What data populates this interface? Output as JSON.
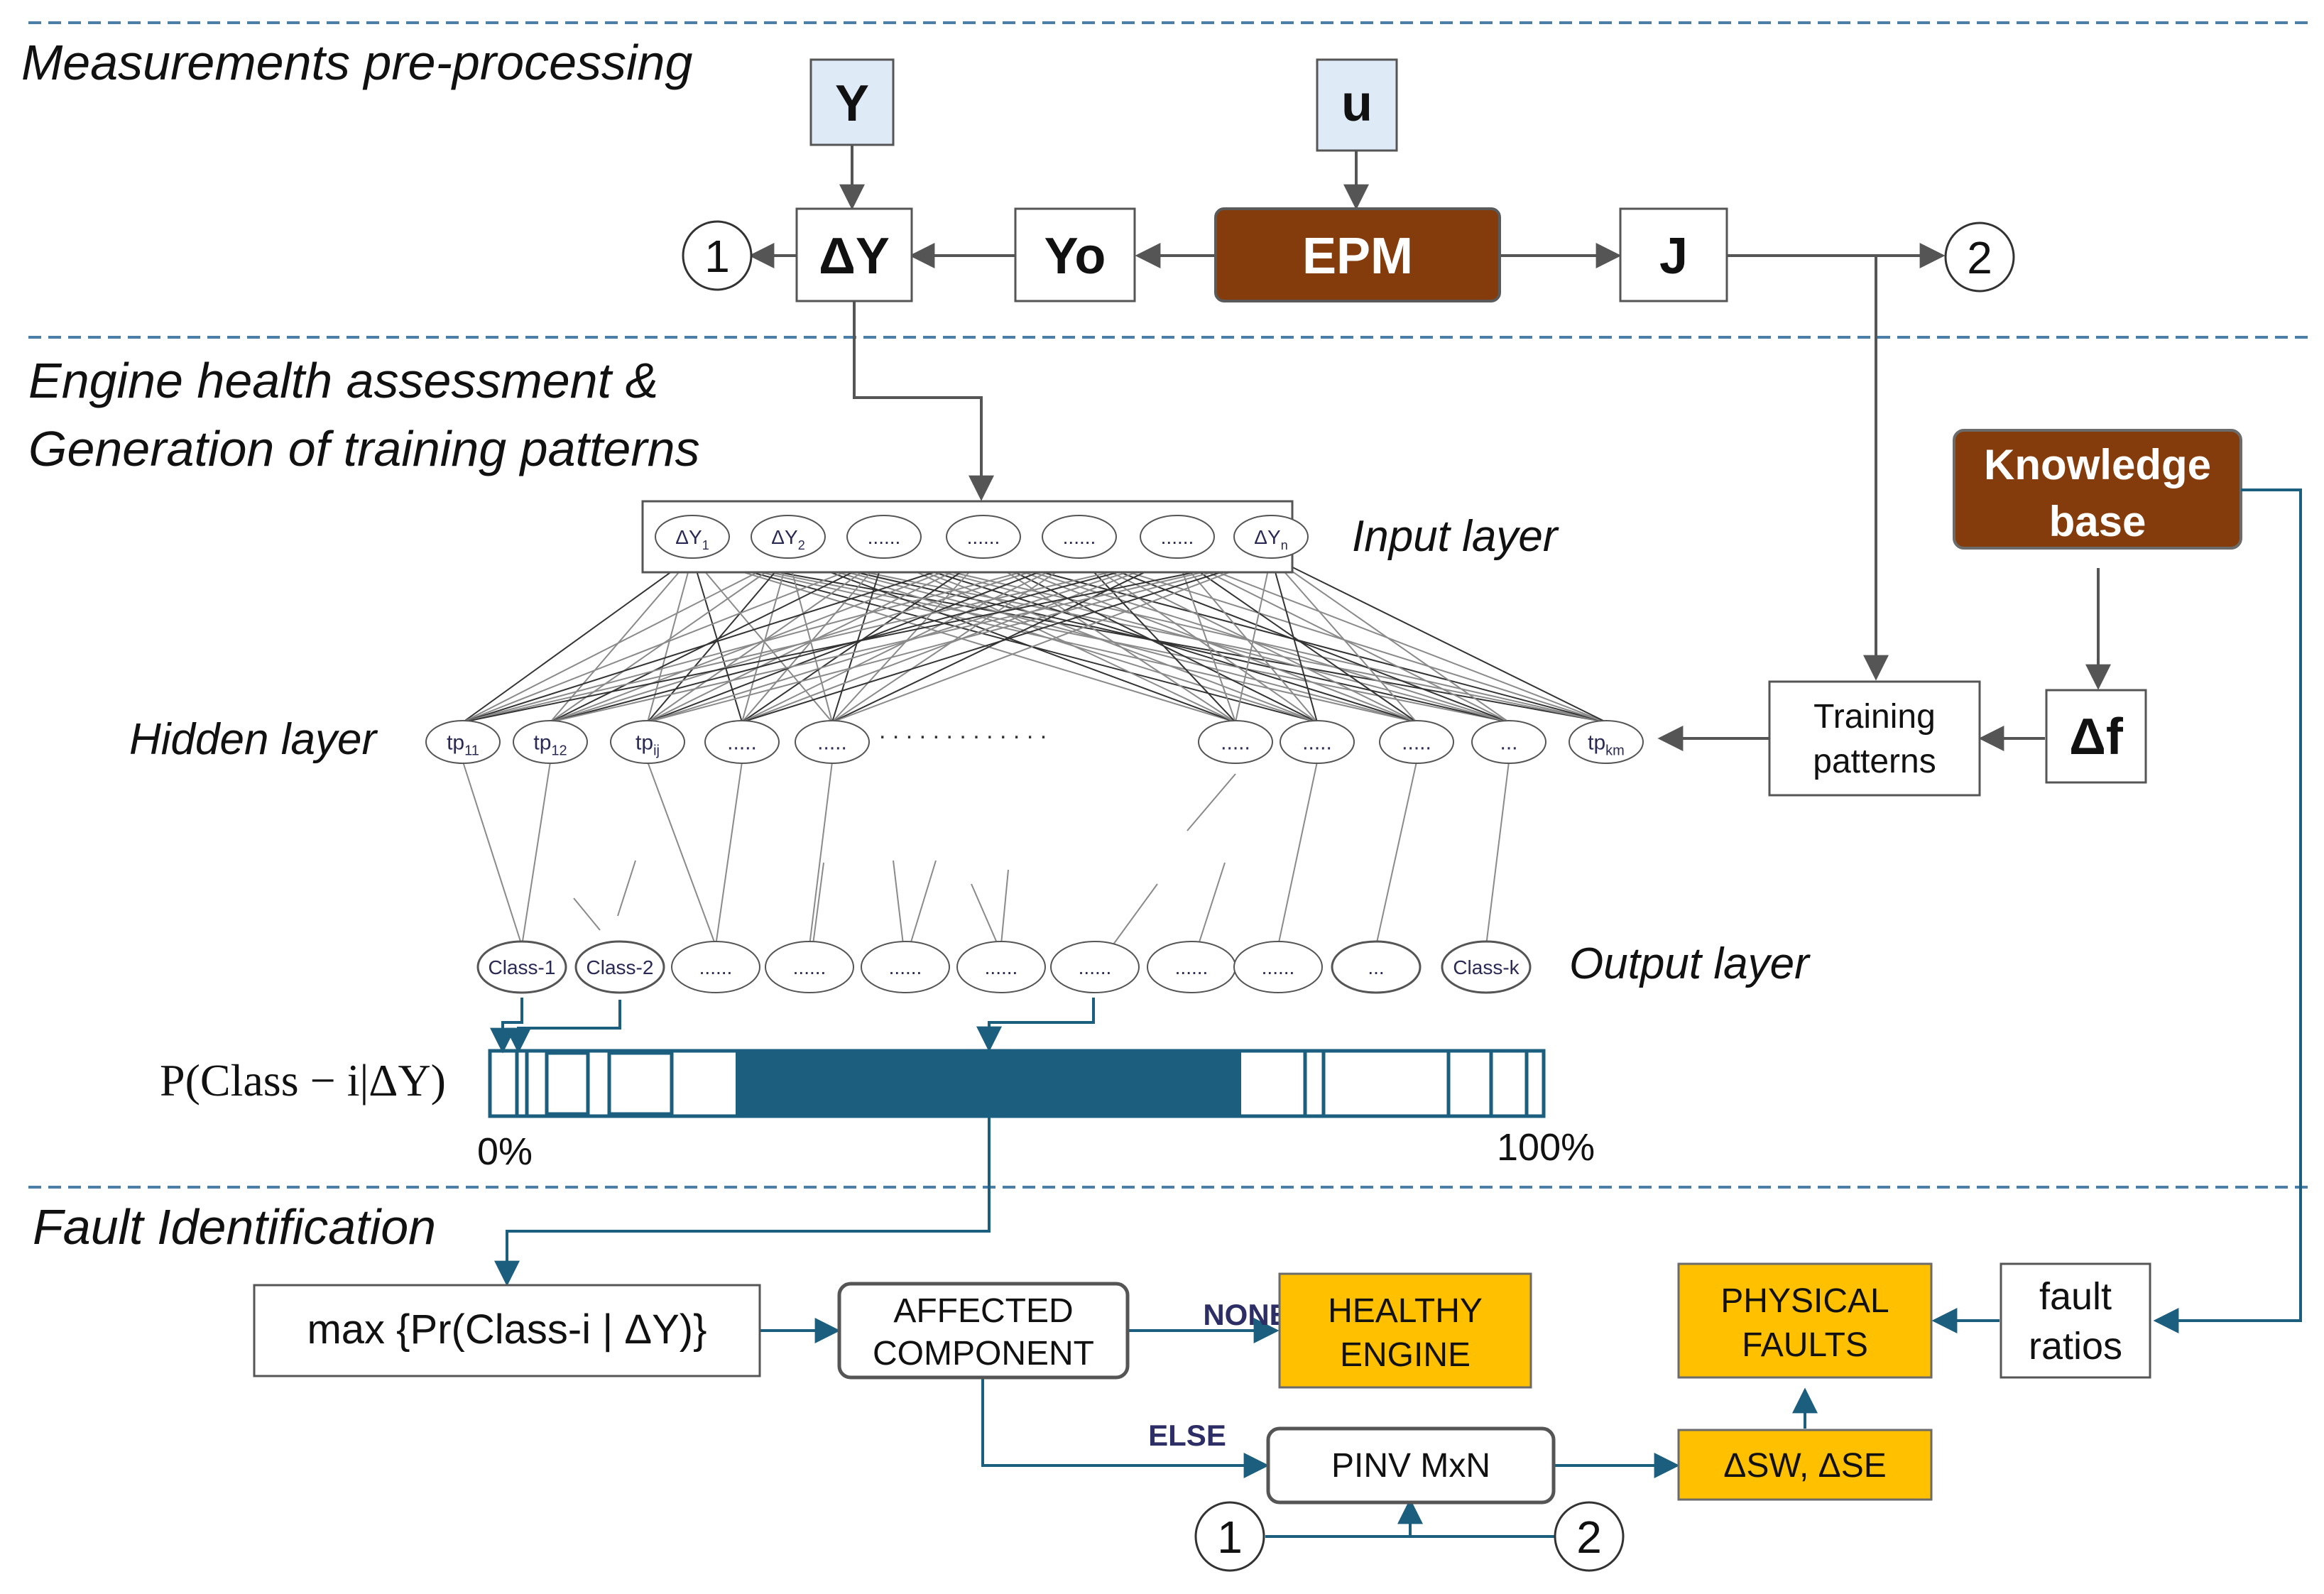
{
  "sections": {
    "preprocessing": "Measurements pre-processing",
    "assessment_line1": "Engine health assessment &",
    "assessment_line2": "Generation of training patterns",
    "identification": "Fault Identification"
  },
  "blocks": {
    "y": "Y",
    "u": "u",
    "delta_y": "ΔY",
    "yo": "Yo",
    "epm": "EPM",
    "j": "J",
    "connector_1": "1",
    "connector_2": "2",
    "knowledge_base_line1": "Knowledge",
    "knowledge_base_line2": "base",
    "delta_f": "Δf",
    "training_line1": "Training",
    "training_line2": "patterns"
  },
  "network": {
    "input_layer_label": "Input layer",
    "hidden_layer_label": "Hidden layer",
    "output_layer_label": "Output layer",
    "input_nodes": [
      {
        "base": "ΔY",
        "sub": "1"
      },
      {
        "base": "ΔY",
        "sub": "2"
      },
      {
        "base": "......",
        "sub": ""
      },
      {
        "base": "......",
        "sub": ""
      },
      {
        "base": "......",
        "sub": ""
      },
      {
        "base": "......",
        "sub": ""
      },
      {
        "base": "ΔY",
        "sub": "n"
      }
    ],
    "hidden_nodes": [
      {
        "base": "tp",
        "sub": "11"
      },
      {
        "base": "tp",
        "sub": "12"
      },
      {
        "base": "tp",
        "sub": "ij"
      },
      {
        "base": ".....",
        "sub": ""
      },
      {
        "base": ".....",
        "sub": ""
      },
      {
        "base": ".....",
        "sub": ""
      },
      {
        "base": ".....",
        "sub": ""
      },
      {
        "base": ".....",
        "sub": ""
      },
      {
        "base": "...",
        "sub": ""
      },
      {
        "base": "tp",
        "sub": "km"
      }
    ],
    "hidden_ellipsis": ". . . . . . . . . . . . .",
    "output_nodes": [
      "Class-1",
      "Class-2",
      "......",
      "......",
      "......",
      "......",
      "......",
      "......",
      "......",
      "...",
      "Class-k"
    ]
  },
  "probability": {
    "label": "P(Class − i|ΔY)",
    "start_label": "0%",
    "end_label": "100%"
  },
  "identification": {
    "max_box": "max {Pr(Class-i | ΔY)}",
    "affected_line1": "AFFECTED",
    "affected_line2": "COMPONENT",
    "none_label": "NONE",
    "else_label": "ELSE",
    "healthy_line1": "HEALTHY",
    "healthy_line2": "ENGINE",
    "pinv": "PINV MxN",
    "delta_sw_se": "ΔSW, ΔSE",
    "physical_line1": "PHYSICAL",
    "physical_line2": "FAULTS",
    "fault_ratios_line1": "fault",
    "fault_ratios_line2": "ratios"
  },
  "colors": {
    "brown": "#843C0C",
    "light_blue": "#DEEBF7",
    "teal": "#1B5E7D",
    "yellow": "#FFC000",
    "dash": "#4B7FA8",
    "gray_arrow": "#555555"
  }
}
